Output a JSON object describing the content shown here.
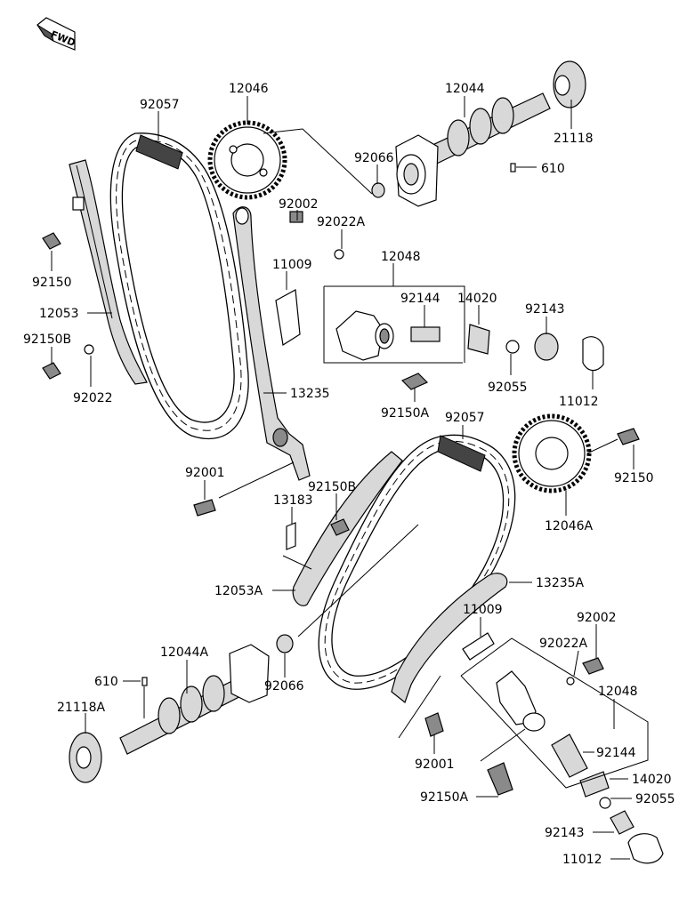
{
  "direction_badge": "FWD",
  "labels": {
    "p12046": "12046",
    "p92057_top": "92057",
    "p12044": "12044",
    "p21118": "21118",
    "p92066_top": "92066",
    "p610_top": "610",
    "p92002_top": "92002",
    "p92022A_top": "92022A",
    "p11009_top": "11009",
    "p12048_top": "12048",
    "p92144_top": "92144",
    "p14020_top": "14020",
    "p92143_top": "92143",
    "p92150": "92150",
    "p12053": "12053",
    "p92150B_left": "92150B",
    "p92022": "92022",
    "p92055_top": "92055",
    "p11012_top": "11012",
    "p13235": "13235",
    "p92150A_top": "92150A",
    "p92057_mid": "92057",
    "p92001_top": "92001",
    "p92150B_mid": "92150B",
    "p92150_right": "92150",
    "p13183": "13183",
    "p12046A": "12046A",
    "p12053A": "12053A",
    "p13235A": "13235A",
    "p11009_bottom": "11009",
    "p92002_bottom": "92002",
    "p12044A": "12044A",
    "p92022A_bottom": "92022A",
    "p610_bottom": "610",
    "p92066_bottom": "92066",
    "p12048_bottom": "12048",
    "p21118A": "21118A",
    "p92144_bottom": "92144",
    "p92001_bottom": "92001",
    "p14020_bottom": "14020",
    "p92150A_bottom": "92150A",
    "p92055_bottom": "92055",
    "p92143_bottom": "92143",
    "p11012_bottom": "11012"
  }
}
